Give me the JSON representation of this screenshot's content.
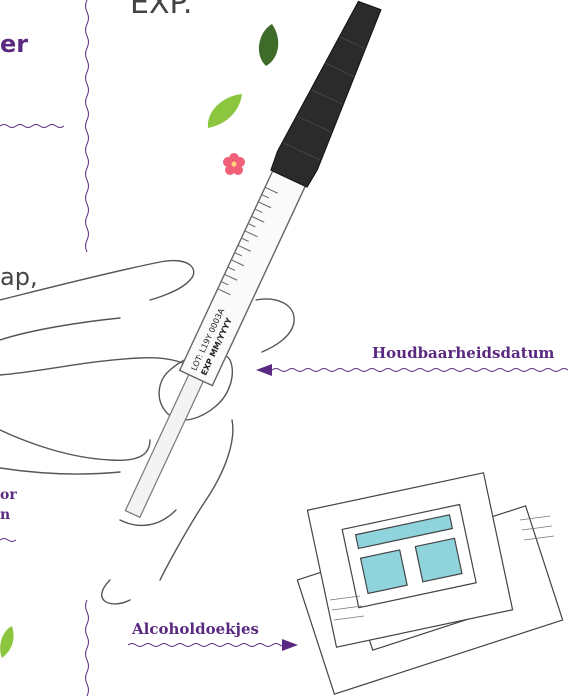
{
  "fragments": {
    "top_text": "EXP.",
    "left_er": "er",
    "left_ap": "ap,",
    "left_or": "or",
    "left_n": "n"
  },
  "callouts": {
    "expiry_label": "Houdbaarheidsdatum",
    "wipes_label": "Alcoholdoekjes"
  },
  "syringe": {
    "lot_text": "LOT: L19Y 0003A",
    "exp_text": "EXP MM/YYYY"
  },
  "colors": {
    "accent_purple": "#5a2a82",
    "leaf_dark": "#3f6b2a",
    "leaf_light": "#8cc63f",
    "flower_pink": "#f06078",
    "wipe_blue": "#8fd3dc"
  }
}
